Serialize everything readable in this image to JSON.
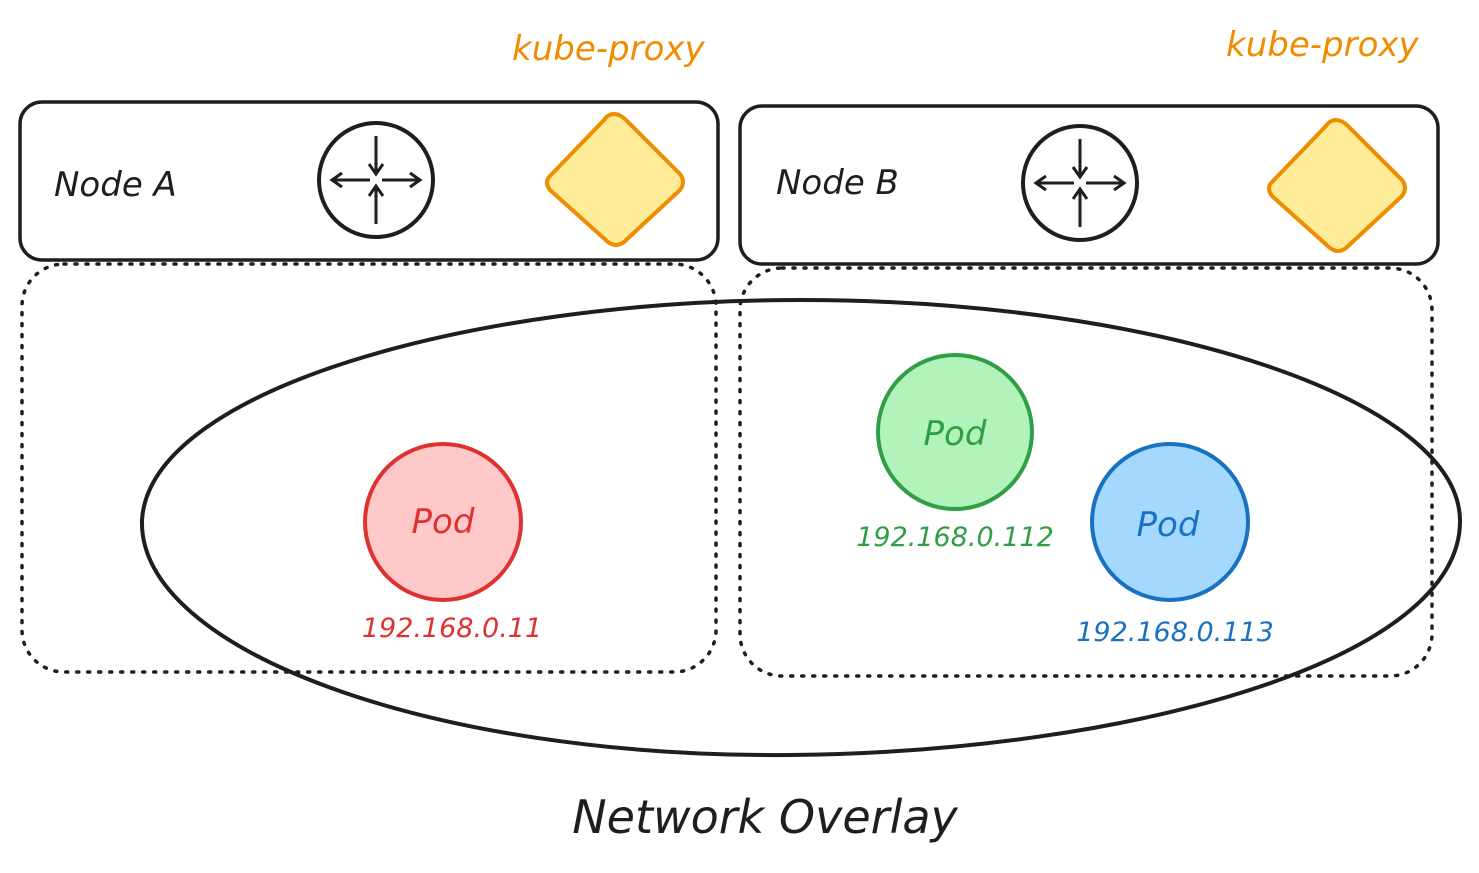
{
  "nodes": [
    {
      "label": "Node A",
      "proxy_label": "kube-proxy"
    },
    {
      "label": "Node B",
      "proxy_label": "kube-proxy"
    }
  ],
  "pods": [
    {
      "label": "Pod",
      "ip": "192.168.0.11",
      "node": "Node A",
      "stroke": "#e03131",
      "fill": "#ffc9c9"
    },
    {
      "label": "Pod",
      "ip": "192.168.0.112",
      "node": "Node B",
      "stroke": "#2f9e44",
      "fill": "#b2f2bb"
    },
    {
      "label": "Pod",
      "ip": "192.168.0.113",
      "node": "Node B",
      "stroke": "#1971c2",
      "fill": "#a5d8ff"
    }
  ],
  "overlay": {
    "label": "Network Overlay"
  },
  "icons": {
    "router": "router-icon",
    "proxy": "diamond-icon"
  },
  "colors": {
    "ink": "#1e1e1e",
    "proxy_stroke": "#f08c00",
    "proxy_fill": "#ffec99"
  }
}
